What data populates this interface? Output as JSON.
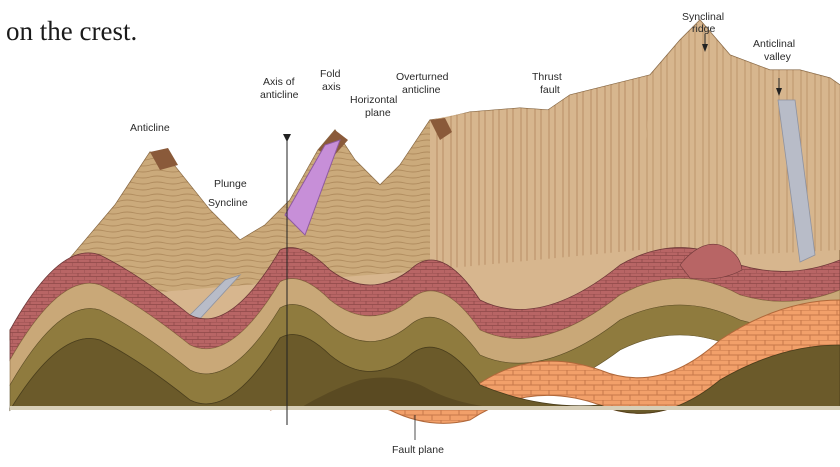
{
  "intro_text": "on the crest.",
  "labels": {
    "anticline": "Anticline",
    "plunge": "Plunge",
    "syncline": "Syncline",
    "axis_of_anticline_1": "Axis of",
    "axis_of_anticline_2": "anticline",
    "fold_axis_1": "Fold",
    "fold_axis_2": "axis",
    "horizontal_plane_1": "Horizontal",
    "horizontal_plane_2": "plane",
    "overturned_anticline_1": "Overturned",
    "overturned_anticline_2": "anticline",
    "thrust_fault_1": "Thrust",
    "thrust_fault_2": "fault",
    "synclinal_ridge_1": "Synclinal",
    "synclinal_ridge_2": "ridge",
    "anticlinal_valley_1": "Anticlinal",
    "anticlinal_valley_2": "valley",
    "fault_plane": "Fault plane"
  },
  "colors": {
    "sky": "#ffffff",
    "mountain_face": "#d7b68e",
    "mountain_shadow": "#b98e62",
    "red_layer": "#b86565",
    "orange_layer": "#f2a06a",
    "olive_layer": "#8f7b3e",
    "dark_base": "#6b5a2a",
    "accent_purple": "#c78fd8",
    "grey_streak": "#b8bcc8"
  }
}
